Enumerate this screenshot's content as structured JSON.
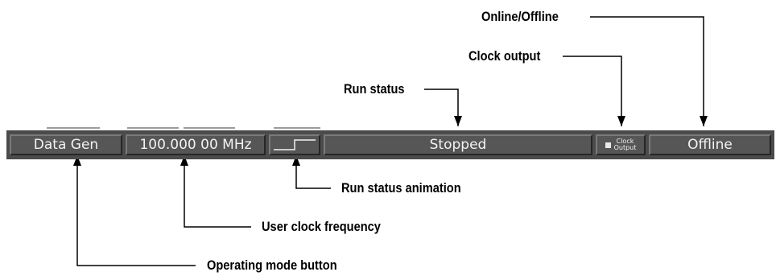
{
  "status_bar": {
    "mode_button": "Data Gen",
    "clock_frequency": "100.000 00 MHz",
    "run_status": "Stopped",
    "clock_output_line1": "Clock",
    "clock_output_line2": "Output",
    "online_status": "Offline"
  },
  "callouts": {
    "online_offline": "Online/Offline",
    "clock_output": "Clock output",
    "run_status": "Run status",
    "run_status_animation": "Run status animation",
    "user_clock_frequency": "User clock frequency",
    "operating_mode_button": "Operating mode button"
  },
  "colors": {
    "bar": "#4b4b4b",
    "segment": "#565656",
    "text_on_bar": "#f2f2f2",
    "callout_text": "#000000"
  }
}
